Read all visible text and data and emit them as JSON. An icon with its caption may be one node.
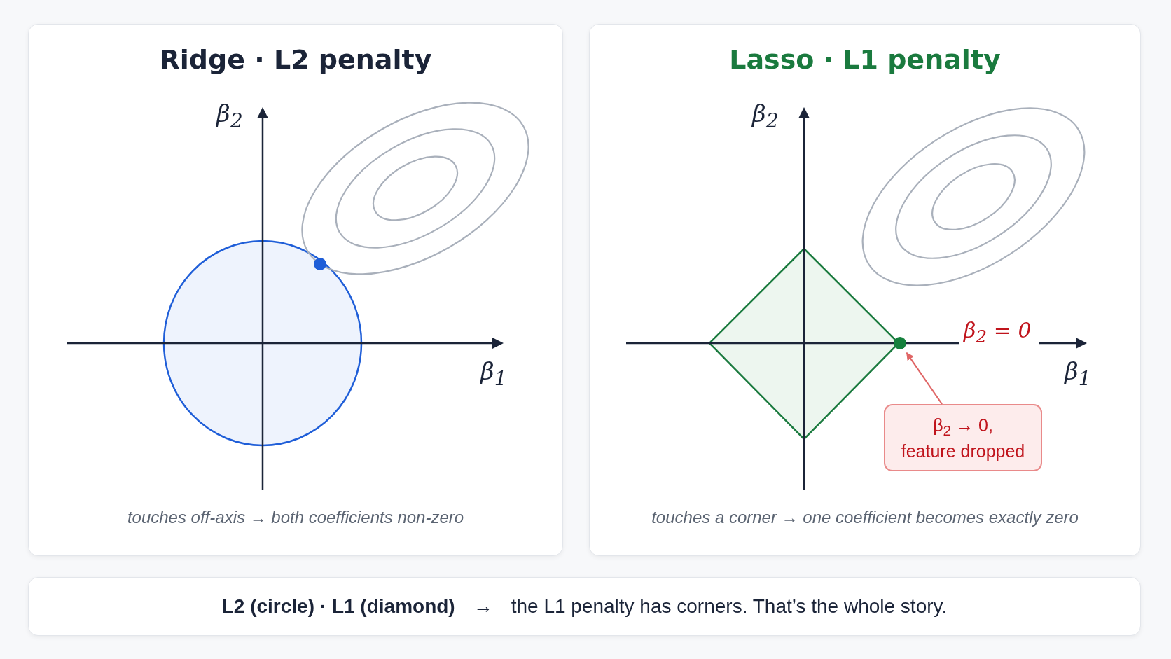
{
  "diagram": {
    "nodes": [
      {
        "text": [
          "Ridge · L2 penalty",
          "touches off-axis → both coefficients non-zero"
        ]
      },
      {
        "text": [
          "Lasso · L1 penalty",
          "touches a corner → one coefficient becomes exactly zero"
        ]
      },
      {
        "text": [
          "β$_{2}$ → 0, feature dropped"
        ],
        "in": 1
      },
      {
        "text": [],
        "shape": "circle",
        "in": 1
      },
      {
        "text": [
          "L2 (circle) · L1 (diamond)",
          "→",
          "the L1 penalty has corners. That’s the whole story."
        ]
      }
    ],
    "edges": [
      {
        "from": 2,
        "to": 3,
        "arrow": "to",
        "color": "#e06666"
      }
    ],
    "labels": [
      "β$_{2}$",
      "β$_{1}$",
      "β$_{2}$",
      "β$_{2}$ = 0",
      "β$_{1}$"
    ]
  }
}
